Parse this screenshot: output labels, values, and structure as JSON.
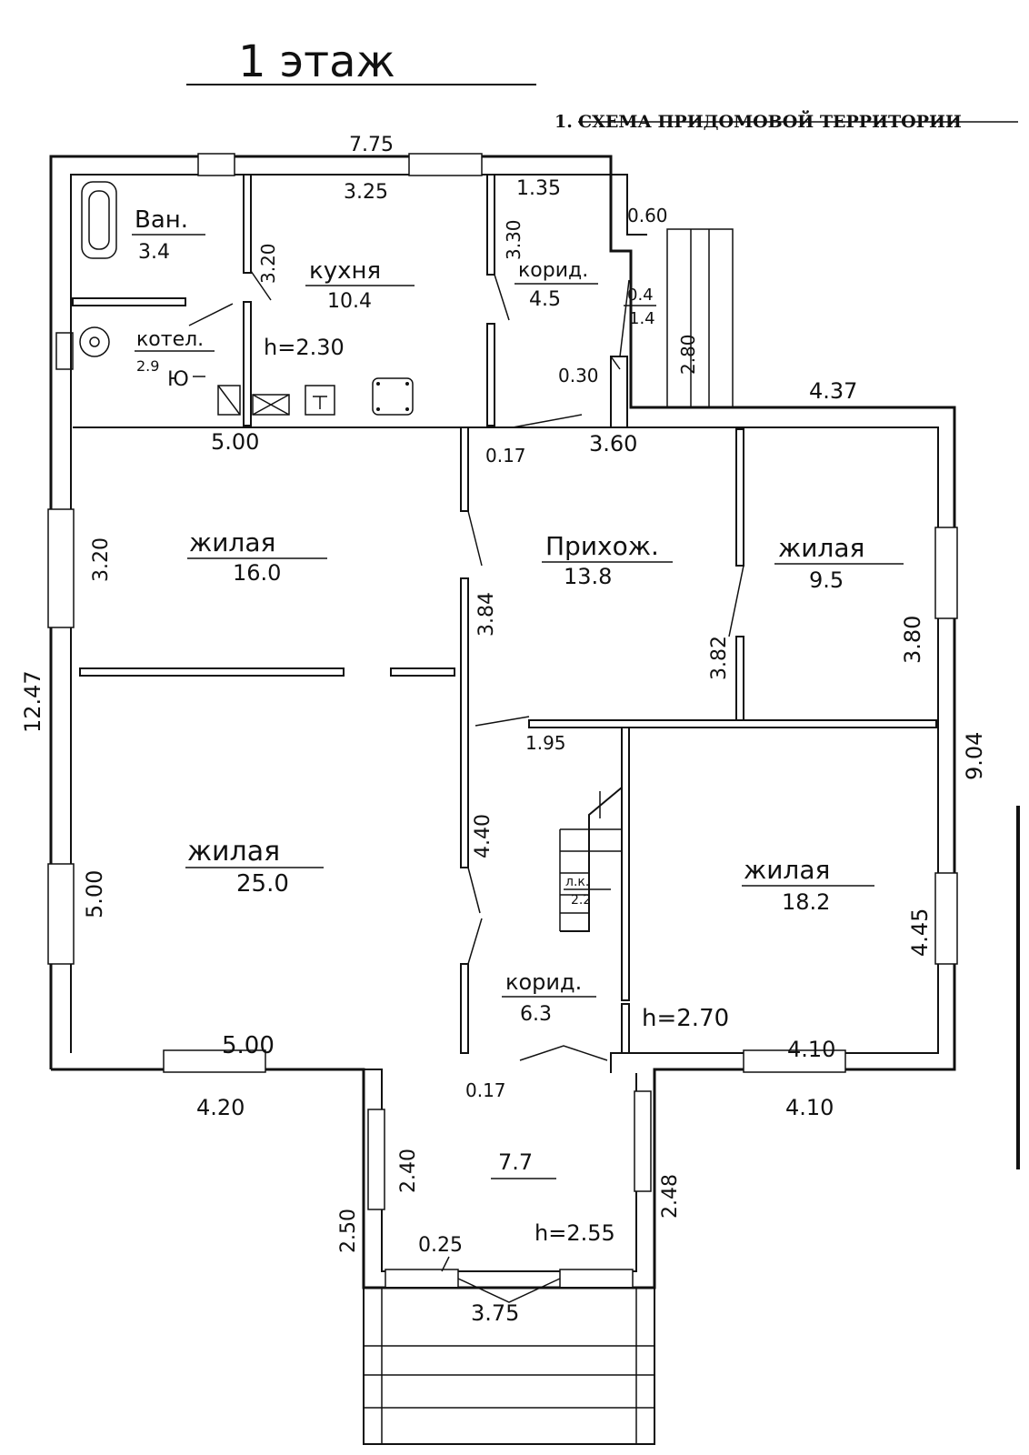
{
  "header": {
    "floor_title": "1 этаж",
    "scheme_number": "1.",
    "scheme_title": "СХЕМА ПРИДОМОВОЙ ТЕРРИТОРИИ"
  },
  "rooms": {
    "bath": {
      "name": "Ван.",
      "area": "3.4"
    },
    "kitchen": {
      "name": "кухня",
      "area": "10.4"
    },
    "corridor_top": {
      "name": "корид.",
      "area": "4.5"
    },
    "boiler": {
      "name": "котел.",
      "area": "2.9"
    },
    "living_16": {
      "name": "жилая",
      "area": "16.0"
    },
    "hallway": {
      "name": "Прихож.",
      "area": "13.8"
    },
    "living_9": {
      "name": "жилая",
      "area": "9.5"
    },
    "living_25": {
      "name": "жилая",
      "area": "25.0"
    },
    "living_18": {
      "name": "жилая",
      "area": "18.2"
    },
    "stair": {
      "name": "л.к.",
      "area": "2.2"
    },
    "corridor_bottom": {
      "name": "корид.",
      "area": "6.3"
    },
    "porch": {
      "area": "7.7"
    }
  },
  "heights": {
    "kitchen": "h=2.30",
    "main": "h=2.70",
    "porch": "h=2.55"
  },
  "dimensions": {
    "top_total": "7.75",
    "kitchen_width": "3.25",
    "kitchen_depth": "3.20",
    "corr_width": "1.35",
    "corr_depth": "3.30",
    "step_a": "0.60",
    "step_b": "0.4",
    "step_c": "1.4",
    "step_d": "0.30",
    "stair_len": "2.80",
    "right_top": "4.37",
    "boiler_width": "5.00",
    "wall_a": "0.17",
    "hall_width": "3.60",
    "living16_depth": "3.20",
    "hall_depth": "3.84",
    "hall_depth2": "3.82",
    "living9_depth": "3.80",
    "left_total": "12.47",
    "right_total": "9.04",
    "corr_width2": "1.95",
    "corr_depth2": "4.40",
    "living25_depth": "5.00",
    "living18_depth": "4.45",
    "living25_width": "5.00",
    "living18_width": "4.10",
    "outer_left": "4.20",
    "outer_right": "4.10",
    "wall_b": "0.17",
    "porch_left_in": "2.40",
    "porch_left_out": "2.50",
    "porch_right": "2.48",
    "porch_wall": "0.25",
    "porch_width": "3.75"
  }
}
